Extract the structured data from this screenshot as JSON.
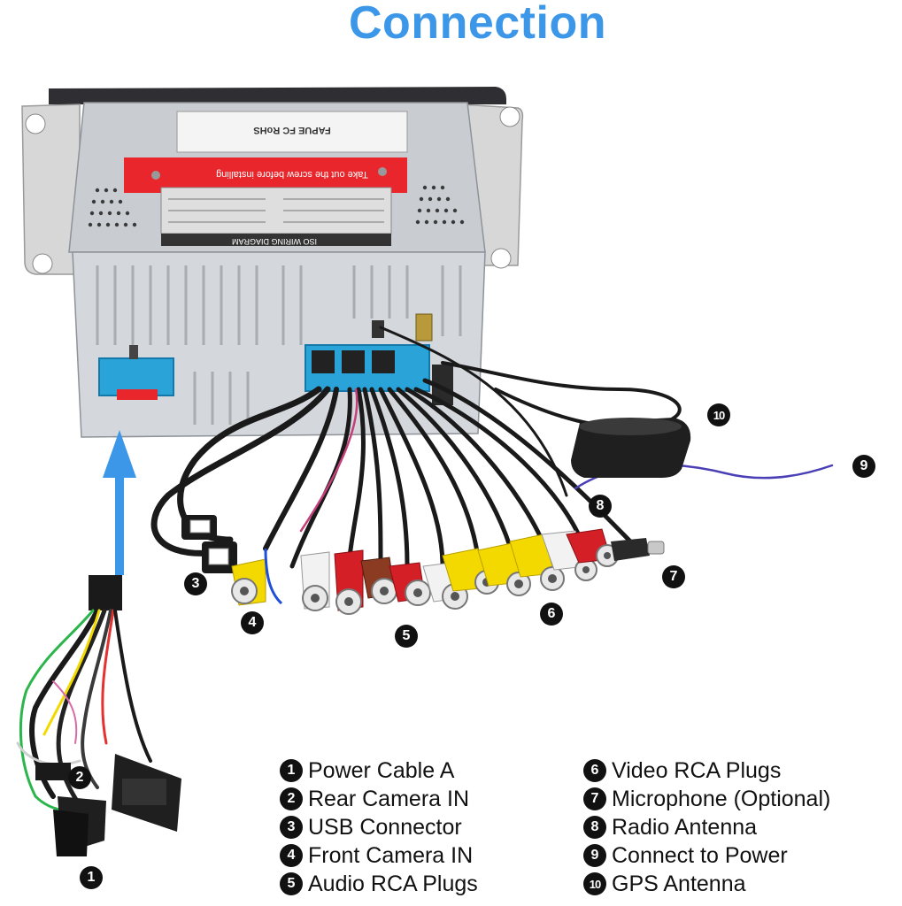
{
  "title": "Connection",
  "unit_labels": {
    "warning_sticker": "Take out the screw before installing",
    "wiring_label": "ISO WIRING DIAGRAM",
    "cert_label": "FAPUE FC RoHS"
  },
  "legend": [
    {
      "number": "1",
      "label": "Power Cable A"
    },
    {
      "number": "2",
      "label": "Rear Camera IN"
    },
    {
      "number": "3",
      "label": "USB Connector"
    },
    {
      "number": "4",
      "label": "Front Camera IN"
    },
    {
      "number": "5",
      "label": "Audio RCA Plugs"
    },
    {
      "number": "6",
      "label": "Video RCA Plugs"
    },
    {
      "number": "7",
      "label": "Microphone (Optional)"
    },
    {
      "number": "8",
      "label": "Radio Antenna"
    },
    {
      "number": "9",
      "label": "Connect to Power"
    },
    {
      "number": "10",
      "label": "GPS Antenna"
    }
  ],
  "callouts": {
    "c1": "1",
    "c2": "2",
    "c3": "3",
    "c4": "4",
    "c5": "5",
    "c6": "6",
    "c7": "7",
    "c8": "8",
    "c9": "9",
    "c10": "10"
  },
  "colors": {
    "title": "#3d97e8",
    "arrow": "#3d97e8",
    "connector_blue": "#2aa3d8",
    "sticker_red": "#e8262b",
    "rca_yellow": "#f4d900",
    "rca_red": "#d41f26",
    "rca_white": "#f2f2f2",
    "rca_brown": "#8a3b22"
  }
}
